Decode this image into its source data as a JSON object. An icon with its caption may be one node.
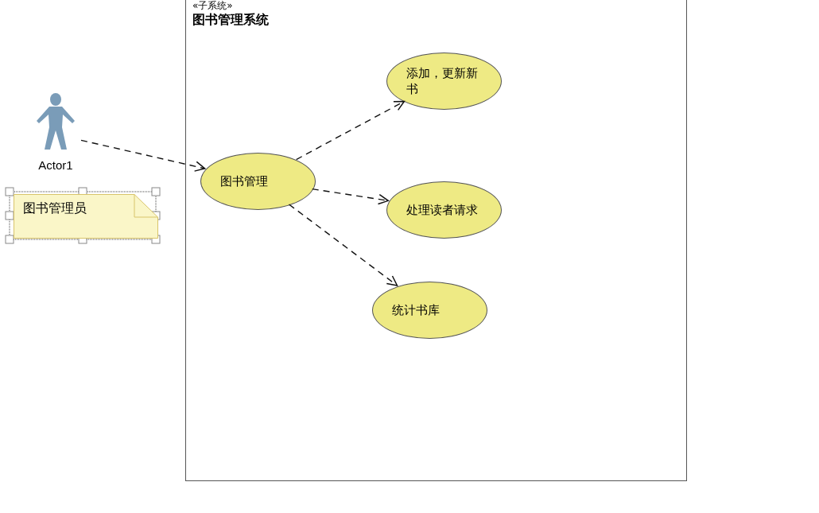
{
  "diagram": {
    "nodes": [
      {
        "text": [
          "«子系统»",
          "图书管理系统"
        ]
      },
      {
        "text": [
          "Actor1"
        ]
      },
      {
        "text": [
          "图书管理员"
        ]
      },
      {
        "text": [
          "图书管理"
        ],
        "in": 0
      },
      {
        "text": [
          "添加，更新新书"
        ],
        "in": 0
      },
      {
        "text": [
          "处理读者请求"
        ],
        "in": 0
      },
      {
        "text": [
          "统计书库"
        ],
        "in": 0
      }
    ],
    "edges": [
      {
        "from": 1,
        "to": 3,
        "arrow": "to",
        "style": "dashed"
      },
      {
        "from": 3,
        "to": 4,
        "arrow": "to",
        "style": "dashed"
      },
      {
        "from": 3,
        "to": 5,
        "arrow": "to",
        "style": "dashed"
      },
      {
        "from": 3,
        "to": 6,
        "arrow": "to",
        "style": "dashed"
      }
    ]
  }
}
